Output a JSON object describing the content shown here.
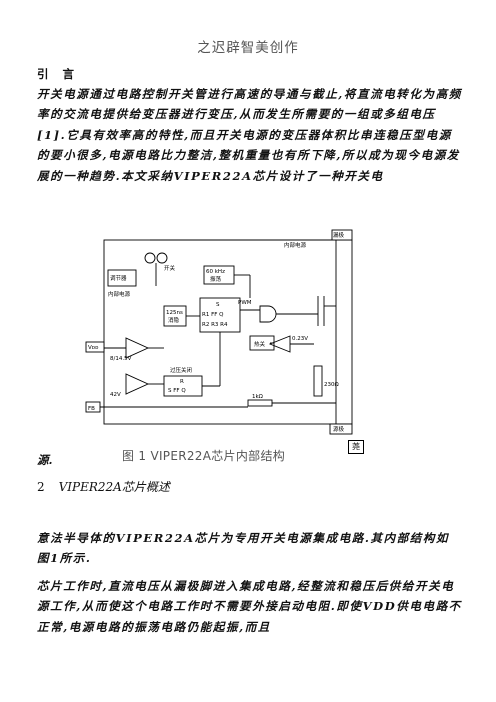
{
  "title": "之迟辟智美创作",
  "intro_heading": "引言",
  "intro_paragraph": "开关电源通过电路控制开关管进行高速的导通与截止,将直流电转化为高频率的交流电提供给变压器进行变压,从而发生所需要的一组或多组电压[1].它具有效率高的特性,而且开关电源的变压器体积比串连稳压型电源的要小很多,电源电路比力整洁,整机重量也有所下降,所以成为现今电源发展的一种趋势.本文采纳VIPER22A芯片设计了一种开关电",
  "continuation": "源.",
  "figure": {
    "caption": "图 1 VIPER22A芯片内部结构",
    "labels": {
      "drain": "漏极",
      "internal_supply": "内部电源",
      "switch": "开关",
      "osc1": "60 kHz",
      "osc2": "振荡",
      "regulator": "调节器",
      "internal_supply_left": "内部电源",
      "pwm": "PWM",
      "blanking1": "125ns",
      "blanking2": "消隐",
      "ff_inputs": "S",
      "ff_row": "R1 FF Q",
      "ff_row2": "R2 R3 R4",
      "vdd": "Vᴅᴅ",
      "v1": "8/14.5V",
      "v2": "42V",
      "overvoltage": "过压关闭",
      "ff2_r": "R",
      "ff2": "S FF Q",
      "thermal": "热关",
      "v3": "0.23V",
      "r1": "230Ω",
      "r2": "1kΩ",
      "fb": "FB",
      "source": "源极",
      "corner_mark": "荛"
    }
  },
  "section2": {
    "number": "2",
    "title": "VIPER22A芯片概述"
  },
  "body_paragraph_1": "意法半导体的VIPER22A芯片为专用开关电源集成电路.其内部结构如图1所示.",
  "body_paragraph_2": "芯片工作时,直流电压从漏极脚进入集成电路,经整流和稳压后供给开关电源工作,从而使这个电路工作时不需要外接启动电阻.即使VDD供电电路不正常,电源电路的振荡电路仍能起振,而且"
}
